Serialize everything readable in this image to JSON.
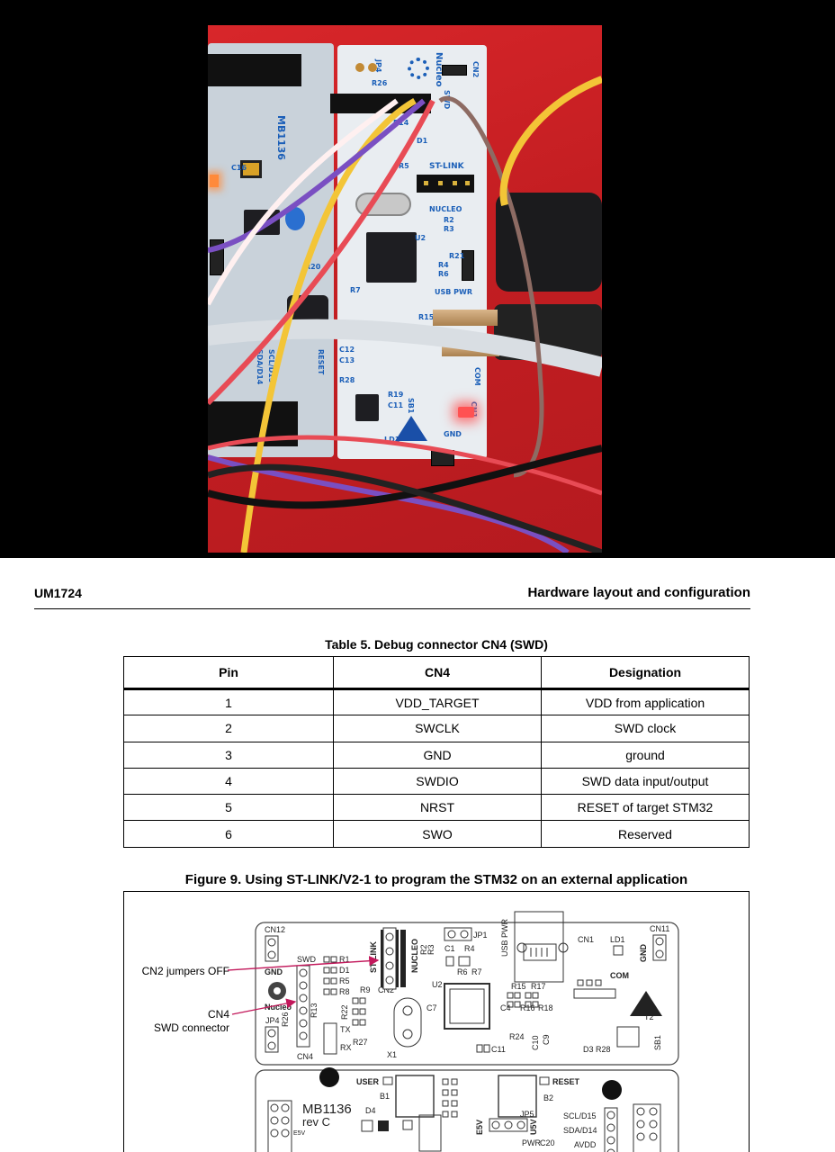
{
  "photo": {
    "silkscreen": [
      "JP4",
      "R26",
      "Nucleo",
      "CN2",
      "SWD",
      "MB1136",
      "ST-LINK",
      "NUCLEO",
      "R2",
      "R3",
      "U2",
      "R20",
      "USB PWR",
      "RESET",
      "SCL/D15",
      "SDA/D14",
      "GND",
      "LD1",
      "CN1",
      "COM",
      "SB1",
      "C12",
      "C13",
      "R28",
      "R19",
      "R21",
      "R4",
      "R6",
      "R7",
      "C11",
      "C16",
      "R14",
      "R15",
      "R5",
      "D1"
    ]
  },
  "document": {
    "doc_id": "UM1724",
    "section": "Hardware layout and configuration",
    "table": {
      "caption": "Table 5. Debug connector CN4 (SWD)",
      "headers": [
        "Pin",
        "CN4",
        "Designation"
      ],
      "rows": [
        [
          "1",
          "VDD_TARGET",
          "VDD from application"
        ],
        [
          "2",
          "SWCLK",
          "SWD clock"
        ],
        [
          "3",
          "GND",
          "ground"
        ],
        [
          "4",
          "SWDIO",
          "SWD data input/output"
        ],
        [
          "5",
          "NRST",
          "RESET of target STM32"
        ],
        [
          "6",
          "SWO",
          "Reserved"
        ]
      ]
    },
    "figure": {
      "caption": "Figure 9. Using ST-LINK/V2-1 to program the STM32 on an external application",
      "annotation_cn2": "CN2 jumpers OFF",
      "annotation_cn4": [
        "CN4",
        "SWD connector"
      ],
      "board_labels": {
        "cn12": "CN12",
        "cn1": "CN1",
        "cn11": "CN11",
        "ld1": "LD1",
        "gnd": "GND",
        "swd": "SWD",
        "stlink": "ST-LINK",
        "nucleo_upper": "NUCLEO",
        "nucleo_logo": "Nucleo",
        "jp1": "JP1",
        "usb_pwr": "USB PWR",
        "com": "COM",
        "u2": "U2",
        "cn2": "CN2",
        "jp4": "JP4",
        "cn4": "CN4",
        "tx": "TX",
        "rx": "RX",
        "x1": "X1",
        "c7": "C7",
        "c11": "C11",
        "t2": "T2",
        "user": "USER",
        "reset": "RESET",
        "b1": "B1",
        "b2": "B2",
        "mb1136": "MB1136",
        "rev": "rev C",
        "e5v": "E5V",
        "d4": "D4",
        "pwr": "PWR",
        "c20": "C20",
        "scl": "SCL/D15",
        "sda": "SDA/D14",
        "avdd": "AVDD",
        "jp5": "JP5",
        "u5v": "U5V",
        "r1": "R1",
        "d1": "D1",
        "r5": "R5",
        "r8": "R8",
        "r9": "R9",
        "r13": "R13",
        "r22": "R22",
        "r24": "R24",
        "r27": "R27",
        "r28": "R28",
        "r15": "R15",
        "r16": "R16",
        "r17": "R17",
        "r18": "R18",
        "c1": "C1",
        "r4": "R4",
        "r6": "R6",
        "r7": "R7",
        "c4": "C4",
        "c9": "C9",
        "c10": "C10",
        "d3": "D3",
        "sb1": "SB1",
        "r26": "R26",
        "r2": "R2",
        "r3": "R3"
      }
    }
  }
}
